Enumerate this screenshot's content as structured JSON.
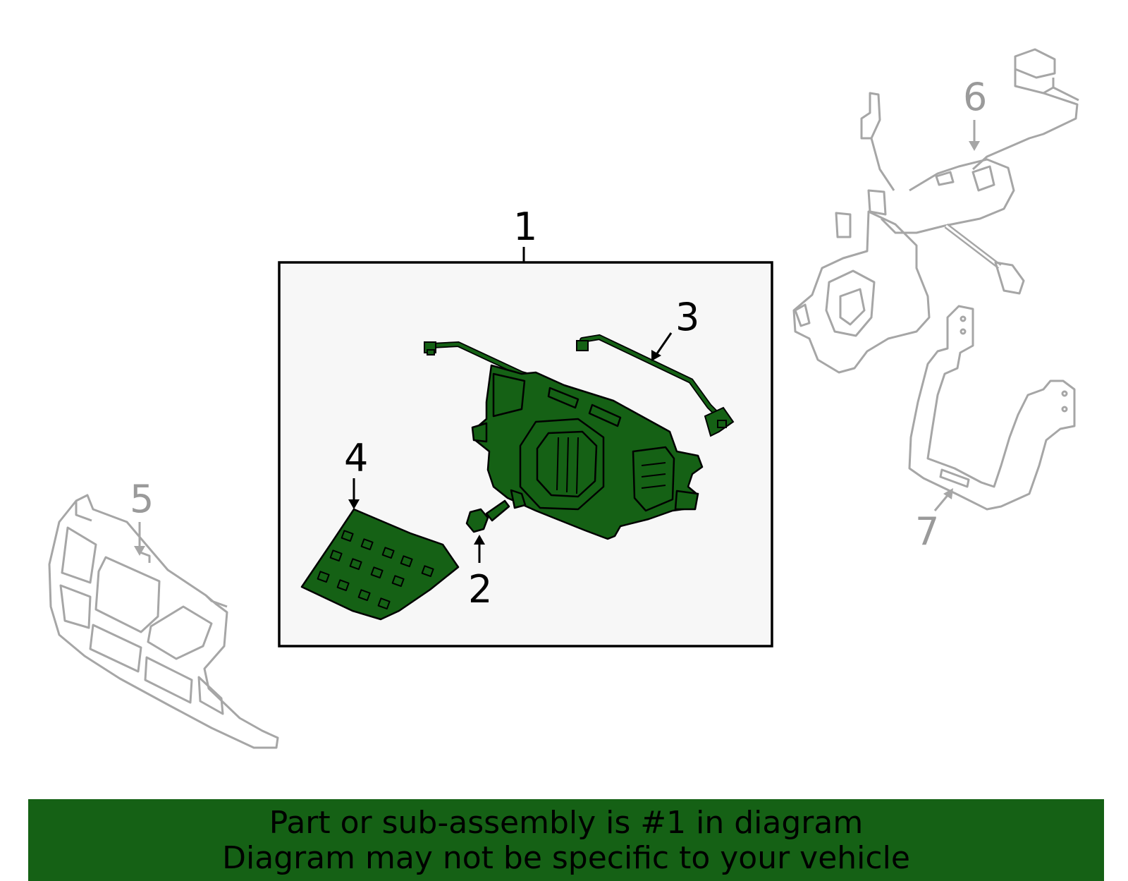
{
  "callouts": {
    "c1": "1",
    "c2": "2",
    "c3": "3",
    "c4": "4",
    "c5": "5",
    "c6": "6",
    "c7": "7"
  },
  "footer": {
    "line1": "Part or sub-assembly is #1 in diagram",
    "line2": "Diagram may not be specific to your vehicle"
  },
  "colors": {
    "part_fill": "#156115",
    "context_outline": "#a6a6a6",
    "footer_background": "#156115",
    "box_background": "#f7f7f7"
  }
}
